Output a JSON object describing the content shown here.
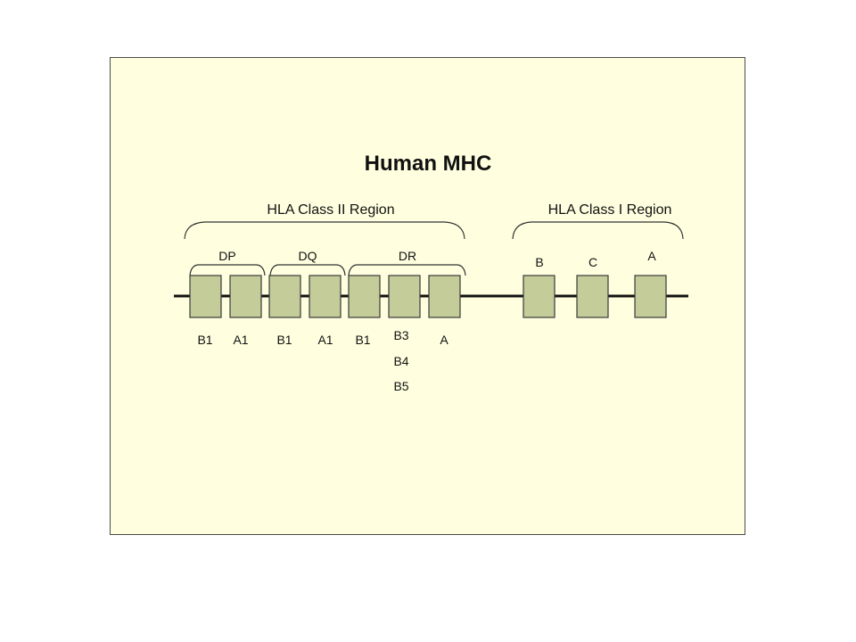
{
  "title": "Human MHC",
  "regions": [
    {
      "label": "HLA Class II Region"
    },
    {
      "label": "HLA Class I Region"
    }
  ],
  "subregions": [
    {
      "label": "DP"
    },
    {
      "label": "DQ"
    },
    {
      "label": "DR"
    }
  ],
  "class1_genes": [
    {
      "label": "B"
    },
    {
      "label": "C"
    },
    {
      "label": "A"
    }
  ],
  "class2_genes": [
    {
      "label": "B1"
    },
    {
      "label": "A1"
    },
    {
      "label": "B1"
    },
    {
      "label": "A1"
    },
    {
      "label": "B1"
    },
    {
      "label": "B3"
    },
    {
      "label": "A"
    }
  ],
  "dr_extra_genes": [
    {
      "label": "B4"
    },
    {
      "label": "B5"
    }
  ],
  "colors": {
    "gene_box": "#c4cc99",
    "slide_background": "#ffffe0"
  }
}
